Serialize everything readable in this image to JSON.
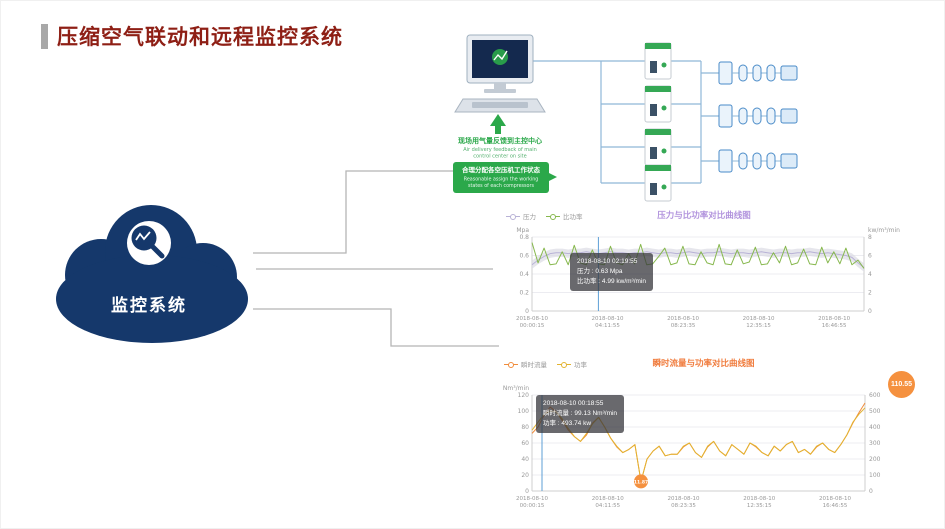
{
  "slide": {
    "title": "压缩空气联动和远程监控系统"
  },
  "colors": {
    "navy": "#15386b",
    "green": "#2ba84a",
    "orange": "#f5913f",
    "purple": "#b193dd",
    "dark_red": "#8e1f15",
    "wire_blue": "#8fb8d8"
  },
  "cloud": {
    "label": "监控系统",
    "icon": "magnifier-analytics-icon"
  },
  "diagram": {
    "feedback_cn": "现场用气量反馈到主控中心",
    "feedback_en_1": "Air delivery feedback of main",
    "feedback_en_2": "control center on site",
    "assign_cn": "合理分配各空压机工作状态",
    "assign_en_1": "Reasonable assign the working",
    "assign_en_2": "states of each compressors"
  },
  "chart_data": [
    {
      "type": "line",
      "title": "压力与比功率对比曲线图",
      "title_color": "#b193dd",
      "legend_position": "top-left",
      "grid": true,
      "left_axis": {
        "unit": "Mpa",
        "min": 0,
        "max": 0.8,
        "ticks": [
          "0.8",
          "0.6",
          "0.4",
          "0.2",
          "0"
        ]
      },
      "right_axis": {
        "unit": "kw/m³/min",
        "min": 0,
        "max": 8,
        "ticks": [
          "8",
          "6",
          "4",
          "2",
          "0"
        ]
      },
      "x": {
        "ticks": [
          {
            "date": "2018-08-10",
            "time": "00:00:15"
          },
          {
            "date": "2018-08-10",
            "time": "04:11:55"
          },
          {
            "date": "2018-08-10",
            "time": "08:23:35"
          },
          {
            "date": "2018-08-10",
            "time": "12:35:15"
          },
          {
            "date": "2018-08-10",
            "time": "16:46:55"
          }
        ]
      },
      "series": [
        {
          "name": "压力",
          "axis": "left",
          "color": "#b8b2d6",
          "band": 0.045,
          "values": [
            0.5,
            0.55,
            0.59,
            0.62,
            0.63,
            0.63,
            0.62,
            0.63,
            0.63,
            0.64,
            0.63,
            0.62,
            0.63,
            0.64,
            0.63,
            0.63,
            0.62,
            0.63,
            0.63,
            0.64,
            0.63,
            0.62,
            0.63,
            0.63,
            0.62,
            0.63,
            0.64,
            0.63,
            0.62,
            0.63,
            0.63,
            0.64,
            0.63,
            0.62,
            0.63,
            0.63,
            0.62,
            0.63,
            0.64,
            0.63,
            0.62,
            0.63,
            0.63,
            0.62,
            0.63,
            0.63,
            0.64,
            0.63,
            0.62,
            0.63,
            0.62,
            0.61,
            0.6,
            0.58,
            0.52,
            0.47
          ]
        },
        {
          "name": "比功率",
          "axis": "right",
          "color": "#87b84e",
          "values": [
            7.4,
            5.2,
            6.8,
            5.0,
            5.1,
            6.4,
            5.0,
            7.1,
            5.2,
            5.0,
            6.6,
            5.1,
            5.0,
            7.0,
            5.2,
            5.0,
            6.2,
            5.1,
            7.2,
            5.0,
            5.1,
            5.9,
            6.8,
            5.0,
            5.2,
            7.0,
            5.1,
            5.0,
            6.4,
            5.2,
            5.0,
            7.2,
            5.1,
            5.0,
            6.6,
            5.1,
            5.3,
            6.9,
            5.0,
            5.1,
            6.3,
            5.2,
            7.0,
            5.0,
            5.2,
            6.7,
            5.1,
            5.0,
            6.9,
            5.2,
            6.4,
            5.1,
            6.8,
            5.0,
            5.5,
            4.6
          ]
        }
      ],
      "cursor_x": 0.2,
      "tooltip": {
        "title": "2018-08-10 02:19:55",
        "lines": [
          "压力 : 0.63 Mpa",
          "比功率 : 4.99 kw/m³/min"
        ]
      }
    },
    {
      "type": "line",
      "title": "瞬时流量与功率对比曲线图",
      "title_color": "#f07b3c",
      "legend_position": "top-left",
      "grid": true,
      "left_axis": {
        "unit": "Nm³/min",
        "min": 0,
        "max": 120,
        "ticks": [
          "120",
          "100",
          "80",
          "60",
          "40",
          "20",
          "0"
        ]
      },
      "right_axis": {
        "unit": "",
        "min": 0,
        "max": 600,
        "ticks": [
          "600",
          "500",
          "400",
          "300",
          "200",
          "100",
          "0"
        ]
      },
      "x": {
        "ticks": [
          {
            "date": "2018-08-10",
            "time": "00:00:15"
          },
          {
            "date": "2018-08-10",
            "time": "04:11:55"
          },
          {
            "date": "2018-08-10",
            "time": "08:23:35"
          },
          {
            "date": "2018-08-10",
            "time": "12:35:15"
          },
          {
            "date": "2018-08-10",
            "time": "16:46:55"
          }
        ]
      },
      "series": [
        {
          "name": "瞬时流量",
          "axis": "left",
          "color": "#f08c3c",
          "values": [
            72,
            80,
            95,
            105,
            99,
            88,
            76,
            68,
            62,
            70,
            85,
            92,
            80,
            66,
            55,
            48,
            52,
            58,
            12,
            40,
            50,
            56,
            44,
            46,
            46,
            55,
            60,
            48,
            42,
            55,
            62,
            50,
            44,
            58,
            52,
            46,
            60,
            55,
            48,
            44,
            56,
            50,
            58,
            62,
            48,
            52,
            46,
            55,
            60,
            52,
            48,
            58,
            70,
            85,
            98,
            110
          ]
        },
        {
          "name": "功率",
          "axis": "right",
          "color": "#e3b330",
          "values": [
            380,
            430,
            480,
            500,
            494,
            450,
            390,
            340,
            310,
            360,
            420,
            460,
            400,
            330,
            280,
            240,
            260,
            290,
            60,
            200,
            250,
            280,
            220,
            230,
            230,
            280,
            300,
            240,
            210,
            280,
            310,
            250,
            220,
            290,
            260,
            230,
            300,
            280,
            240,
            220,
            280,
            250,
            290,
            310,
            240,
            260,
            230,
            280,
            300,
            260,
            240,
            290,
            350,
            430,
            480,
            520
          ]
        }
      ],
      "cursor_x": 0.03,
      "tooltip": {
        "title": "2018-08-10 00:18:55",
        "lines": [
          "瞬时流量 : 99.13 Nm³/min",
          "功率 : 493.74 kw"
        ]
      },
      "badge": "110.55",
      "marker": {
        "index": 18,
        "label": "11.87"
      }
    }
  ]
}
